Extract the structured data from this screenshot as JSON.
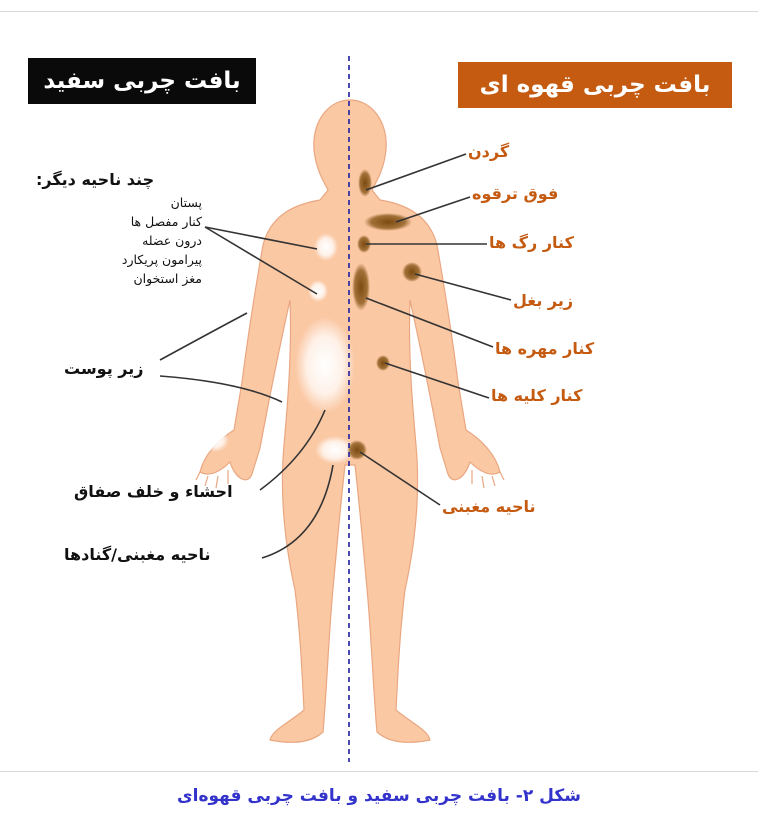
{
  "headers": {
    "white_fat": "بافت چربی سفید",
    "brown_fat": "بافت چربی قهوه ای"
  },
  "brown_labels": {
    "neck": "گردن",
    "supraclavicular": "فوق ترقوه",
    "perivascular": "کنار رگ ها",
    "axillary": "زیر بغل",
    "paravertebral": "کنار مهره ها",
    "perirenal": "کنار کلیه ها",
    "inguinal": "ناحیه مغبنی"
  },
  "white_labels": {
    "other_regions_title": "چند ناحیه دیگر:",
    "other_regions": [
      "پستان",
      "کنار مفصل ها",
      "درون عضله",
      "پیرامون پریکارد",
      "مغز استخوان"
    ],
    "subcutaneous": "زیر پوست",
    "visceral": "احشاء و خلف صفاق",
    "inguinal_gonads": "ناحیه مغبنی/گنادها"
  },
  "caption": "شکل ۲- بافت چربی سفید و بافت چربی قهوه‌ای",
  "colors": {
    "skin": "#fbc8a4",
    "brown_fat": "#8b5a1c",
    "brown_text": "#c55a11",
    "divider": "#1e1ea0",
    "caption": "#3333cc"
  }
}
